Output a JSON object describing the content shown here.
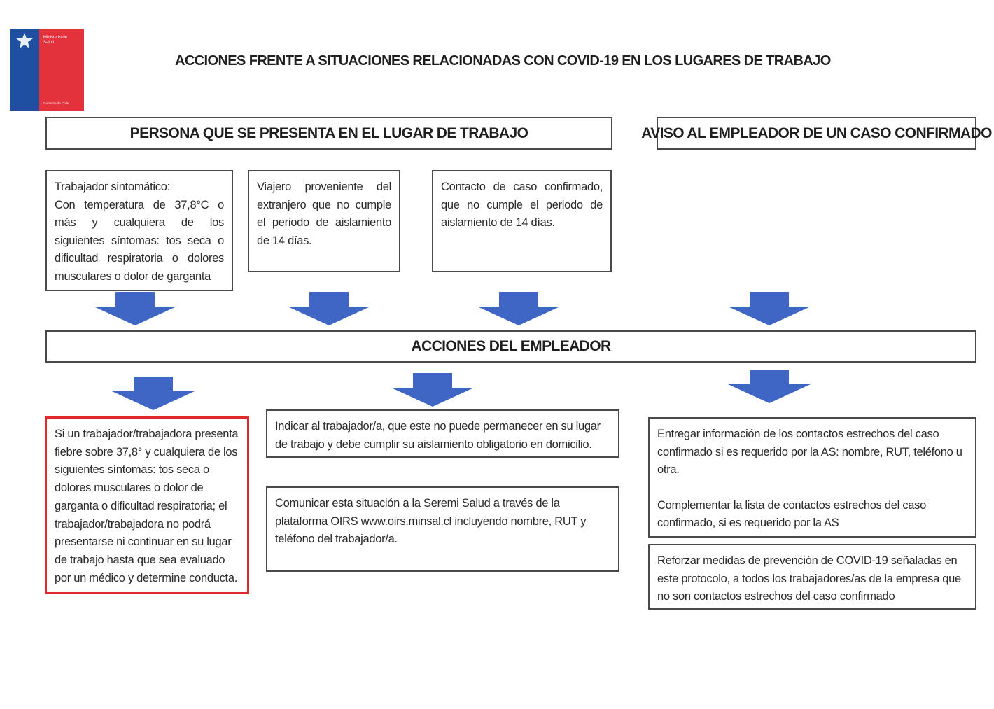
{
  "logo": {
    "line1": "Ministerio de",
    "line2": "Salud",
    "footer": "Gobierno de Chile"
  },
  "title": "ACCIONES FRENTE A SITUACIONES RELACIONADAS CON COVID-19 EN LOS LUGARES DE TRABAJO",
  "headers": {
    "persona": "PERSONA  QUE SE PRESENTA EN EL LUGAR DE TRABAJO",
    "aviso": "AVISO AL EMPLEADOR DE UN CASO CONFIRMADO",
    "acciones": "ACCIONES DEL EMPLEADOR"
  },
  "situations": {
    "sintomatico_title": "Trabajador sintomático:",
    "sintomatico_body": "Con temperatura de 37,8°C o más y cualquiera de los siguientes síntomas: tos seca o dificultad respiratoria o dolores musculares o dolor de garganta",
    "viajero": "Viajero proveniente del extranjero que no cumple el periodo de aislamiento de 14 días.",
    "contacto": "Contacto de caso confirmado, que no cumple el periodo de aislamiento de 14 días."
  },
  "actions": {
    "fiebre": "Si un trabajador/trabajadora presenta fiebre sobre 37,8° y cualquiera de los siguientes síntomas: tos seca o dolores musculares o dolor de garganta o dificultad respiratoria; el trabajador/trabajadora no podrá presentarse ni continuar en su lugar de trabajo hasta que sea evaluado por un médico y determine conducta.",
    "indicar": "Indicar al trabajador/a, que este no puede permanecer en su lugar de trabajo y debe cumplir su aislamiento obligatorio en domicilio.",
    "comunicar": "Comunicar esta situación a la Seremi Salud a través de la plataforma OIRS www.oirs.minsal.cl incluyendo nombre, RUT y teléfono del trabajador/a.",
    "entregar": "Entregar información de los contactos estrechos del caso confirmado si es requerido por la AS: nombre, RUT, teléfono u otra.",
    "complementar": "Complementar la lista de contactos estrechos del caso confirmado, si es requerido por la AS",
    "reforzar": "Reforzar medidas de prevención de COVID-19 señaladas en este protocolo, a todos los trabajadores/as de la empresa que no son contactos estrechos del caso confirmado"
  },
  "colors": {
    "arrow": "#3f66c4",
    "border": "#4a4a4a",
    "highlight": "#e0282e",
    "logo_blue": "#1f4fa0",
    "logo_red": "#e3323b"
  }
}
